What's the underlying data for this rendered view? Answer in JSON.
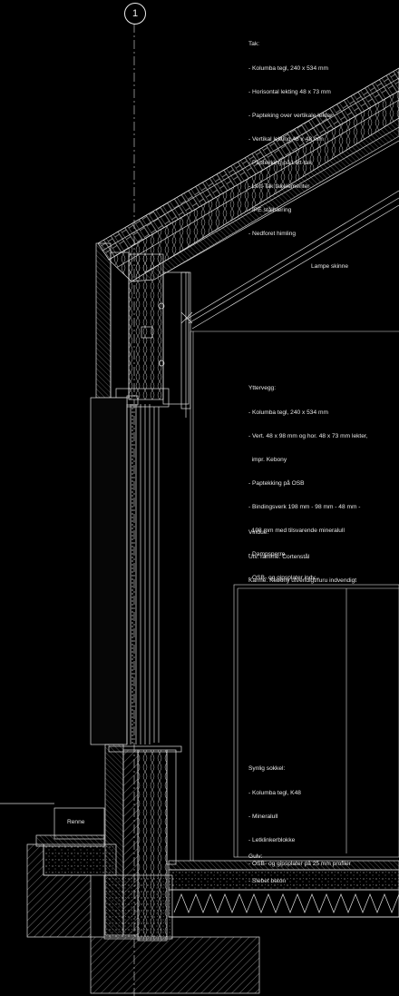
{
  "grid": {
    "label": "1"
  },
  "notes": {
    "tak": {
      "title": "Tak:",
      "lines": [
        "- Kolumba tegl, 240 x 534 mm",
        "- Horisontal lekting 48 x 73 mm",
        "- Papteking over vertikale lekter",
        "- Vertikal lekting 48 x 48 mm",
        "- Paptekking på Lett-tak",
        "- Lett-Tak takelementer",
        "- IPE stålbæring",
        "- Nedforet himling"
      ]
    },
    "yttervegg": {
      "title": "Yttervegg:",
      "lines": [
        "- Kolumba tegl, 240 x 534 mm",
        "- Vert. 48 x 98 mm og hor. 48 x 73 mm lekter,",
        "  impr. Kebony",
        "- Paptekking på OSB",
        "- Bindingsverk 198 mm - 98 mm - 48 mm -",
        "  198 mm med tilsvarende mineralull",
        "- Dampsperre",
        "- OSB- og gipsplater indv."
      ]
    },
    "vindue": {
      "title": "Vindue:",
      "lines": [
        "Utv. ramme: Cortenstål",
        "Karme: Kebony utvendigt/furu indvendigt"
      ]
    },
    "sokkel": {
      "title": "Synlig sokkel:",
      "lines": [
        "- Kolumba tegl, K48",
        "- Mineralull",
        "- Letklinkerblokke",
        "- OSB- og gipsplater på 25 mm profiler"
      ]
    },
    "gulv": {
      "title": "Gulv:",
      "lines": [
        "- Slebet beton"
      ]
    }
  },
  "labels": {
    "lampe": "Lampe skinne",
    "renne": "Renne"
  }
}
